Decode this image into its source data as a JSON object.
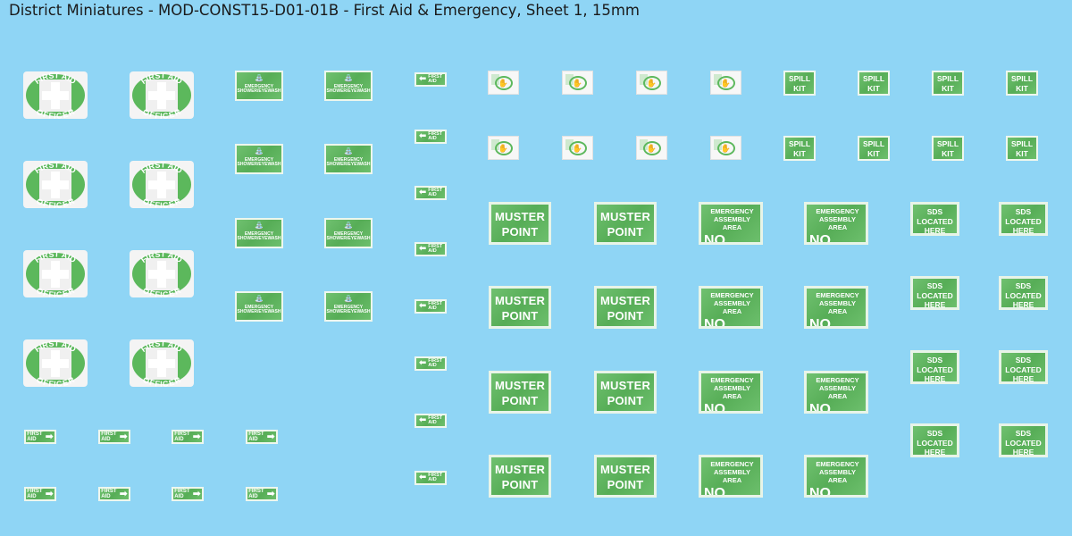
{
  "title": "District Miniatures - MOD-CONST15-D01-01B - First Aid & Emergency, Sheet 1, 15mm",
  "colors": {
    "background": "#8fd5f5",
    "sign_green": "#5cb85c",
    "sign_white": "#ffffff"
  },
  "signs": {
    "first_aid_officer": {
      "line1": "FIRST AID",
      "line2": "OFFICER",
      "icon": "white-cross-icon"
    },
    "eyewash": {
      "line1": "EMERGENCY",
      "line2": "SHOWER/EYEWASH",
      "icon": "shower-icon"
    },
    "arrow_left": {
      "line1": "FIRST",
      "line2": "AID",
      "arrow": "⬅"
    },
    "arrow_right": {
      "line1": "FIRST",
      "line2": "AID",
      "arrow": "➡"
    },
    "ppe": {
      "icon": "glove-icon"
    },
    "spill_kit": {
      "line1": "SPILL",
      "line2": "KIT"
    },
    "muster_point": {
      "line1": "MUSTER",
      "line2": "POINT"
    },
    "assembly_area": {
      "line1": "EMERGENCY",
      "line2": "ASSEMBLY AREA",
      "line3": "NO."
    },
    "sds": {
      "line1": "SDS",
      "line2": "LOCATED",
      "line3": "HERE"
    }
  }
}
